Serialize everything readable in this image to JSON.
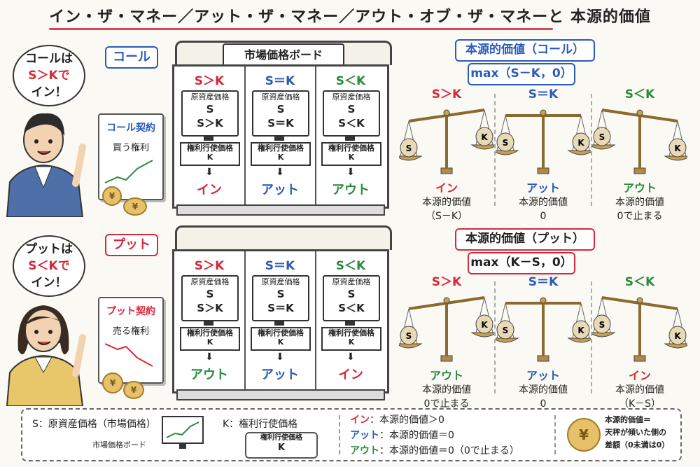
{
  "title": "イン・ザ・マネー／アット・ザ・マネー／アウト・オブ・ザ・マネーと 本源的価値",
  "call": {
    "tag": "コール",
    "bubble_lines": [
      "コールは",
      "S＞Kで",
      "イン！"
    ],
    "contract_title": "コール契約",
    "contract_sub": "買う権利"
  },
  "put": {
    "tag": "プット",
    "bubble_lines": [
      "プットは",
      "S＜Kで",
      "イン！"
    ],
    "contract_title": "プット契約",
    "contract_sub": "売る権利"
  },
  "board": {
    "label": "市場価格ボード",
    "asset_label": "原資産価格",
    "s_letter": "S",
    "strike_label": "権利行使価格",
    "k_letter": "K",
    "arrow": "⬇",
    "call_columns": [
      {
        "head": "S＞K",
        "compare": "S＞K",
        "result": "イン",
        "color": "red"
      },
      {
        "head": "S＝K",
        "compare": "S＝K",
        "result": "アット",
        "color": "blue"
      },
      {
        "head": "S＜K",
        "compare": "S＜K",
        "result": "アウト",
        "color": "green"
      }
    ],
    "put_columns": [
      {
        "head": "S＞K",
        "compare": "S＞K",
        "result": "アウト",
        "color": "green"
      },
      {
        "head": "S＝K",
        "compare": "S＝K",
        "result": "アット",
        "color": "blue"
      },
      {
        "head": "S＜K",
        "compare": "S＜K",
        "result": "イン",
        "color": "red"
      }
    ]
  },
  "call_value": {
    "header": "本源的価値（コール）",
    "formula": "max（S－K，0）",
    "scales": [
      {
        "head": "S＞K",
        "result": "イン",
        "line1": "本源的価値",
        "line2": "（S－K）",
        "color": "red",
        "tilt": "left"
      },
      {
        "head": "S＝K",
        "result": "アット",
        "line1": "本源的価値",
        "line2": "0",
        "color": "blue",
        "tilt": "level"
      },
      {
        "head": "S＜K",
        "result": "アウト",
        "line1": "本源的価値",
        "line2": "0で止まる",
        "color": "green",
        "tilt": "right"
      }
    ]
  },
  "put_value": {
    "header": "本源的価値（プット）",
    "formula": "max（K－S，0）",
    "scales": [
      {
        "head": "S＞K",
        "result": "アウト",
        "line1": "本源的価値",
        "line2": "0で止まる",
        "color": "green",
        "tilt": "left"
      },
      {
        "head": "S＝K",
        "result": "アット",
        "line1": "本源的価値",
        "line2": "0",
        "color": "blue",
        "tilt": "level"
      },
      {
        "head": "S＜K",
        "result": "イン",
        "line1": "本源的価値",
        "line2": "（K－S）",
        "color": "red",
        "tilt": "right"
      }
    ]
  },
  "legend": {
    "s_def": "S：原資産価格（市場価格）",
    "k_def": "K：権利行使価格",
    "board_caption": "市場価格ボード",
    "tag_caption": "権利行使価格",
    "tag_k": "K",
    "in_label": "イン",
    "in_def": "：本源的価値＞0",
    "at_label": "アット",
    "at_def": "：本源的価値＝0",
    "out_label": "アウト",
    "out_def": "：本源的価値＝0（0で止まる）",
    "note_l1": "本源的価値＝",
    "note_l2": "天秤が傾いた側の",
    "note_l3": "差額（0未満は0）",
    "coin_symbol": "¥"
  },
  "colors": {
    "red": "#d6283a",
    "blue": "#2a5bb8",
    "green": "#2b8a3e"
  }
}
